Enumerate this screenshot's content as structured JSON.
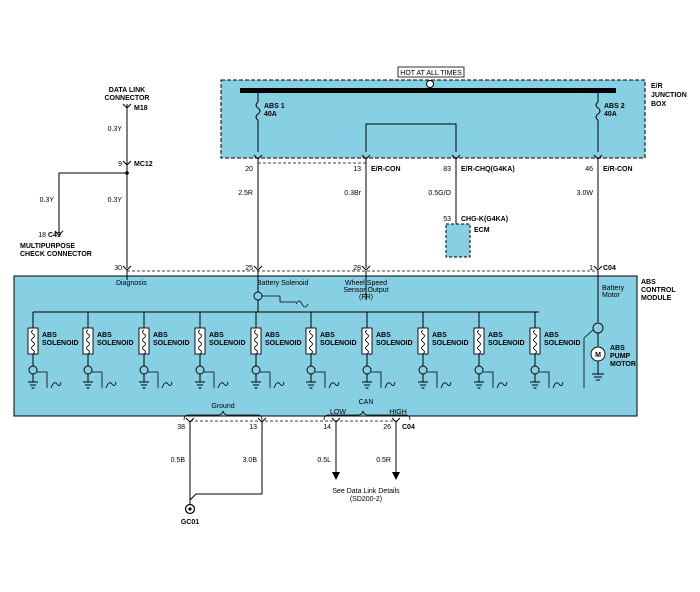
{
  "colors": {
    "module_fill": "#87CFE3",
    "wire": "#000000",
    "background": "#ffffff"
  },
  "junction_box": {
    "hot_label": "HOT AT ALL TIMES",
    "name_line1": "E/R",
    "name_line2": "JUNCTION",
    "name_line3": "BOX",
    "fuse1_name": "ABS 1",
    "fuse1_rating": "40A",
    "fuse2_name": "ABS 2",
    "fuse2_rating": "40A"
  },
  "connectors": {
    "pin20": "20",
    "pin13": "13",
    "er_con1": "E/R-CON",
    "pin83": "83",
    "er_chq": "E/R-CHQ(G4KA)",
    "pin46": "46",
    "er_con2": "E/R-CON",
    "pin53": "53",
    "chg_k": "CHG-K(G4KA)",
    "pin9": "9",
    "mc12": "MC12",
    "pin18": "18",
    "c49": "C49",
    "m18": "M18",
    "pin30": "30",
    "pin25": "25",
    "pin28": "28",
    "pin1": "1",
    "c04_top": "C04",
    "pin38": "38",
    "pin13b": "13",
    "pin14": "14",
    "pin26": "26",
    "c04_bottom": "C04",
    "gc01": "GC01"
  },
  "wires": {
    "w_25r": "2.5R",
    "w_03br": "0.3Br",
    "w_05go": "0.5G/O",
    "w_30w": "3.0W",
    "w_03y_top": "0.3Y",
    "w_03y_mid": "0.3Y",
    "w_03y_left": "0.3Y",
    "w_05b": "0.5B",
    "w_30b": "3.0B",
    "w_05l": "0.5L",
    "w_05r": "0.5R"
  },
  "labels": {
    "dlc_line1": "DATA LINK",
    "dlc_line2": "CONNECTOR",
    "mpc_line1": "MULTIPURPOSE",
    "mpc_line2": "CHECK CONNECTOR",
    "ecm": "ECM",
    "abs_module_line1": "ABS",
    "abs_module_line2": "CONTROL",
    "abs_module_line3": "MODULE",
    "diagnosis": "Diagnosis",
    "battery_solenoid": "Battery Solenoid",
    "wss_line1": "Wheel Speed",
    "wss_line2": "Sensor Output",
    "wss_line3": "(FR)",
    "battery_motor_line1": "Battery",
    "battery_motor_line2": "Motor",
    "solenoid_line1": "ABS",
    "solenoid_line2": "SOLENOID",
    "pump_line1": "ABS",
    "pump_line2": "PUMP",
    "pump_line3": "MOTOR",
    "ground": "Ground",
    "can": "CAN",
    "low": "LOW",
    "high": "HIGH",
    "see_line1": "See Data Link Details",
    "see_line2": "(SD200-2)"
  }
}
